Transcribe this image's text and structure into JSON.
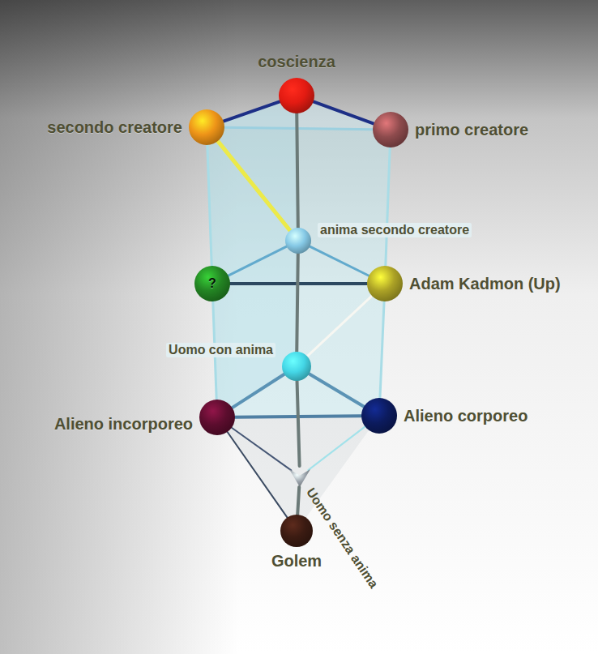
{
  "diagram": {
    "nodes": [
      {
        "text": [
          "coscienza"
        ]
      },
      {
        "text": [
          "secondo creatore"
        ]
      },
      {
        "text": [
          "primo creatore"
        ]
      },
      {
        "text": [
          "anima secondo creatore"
        ]
      },
      {
        "text": [
          "?"
        ]
      },
      {
        "text": [
          "Adam Kadmon (Up)"
        ]
      },
      {
        "text": [
          "Uomo con anima"
        ]
      },
      {
        "text": [
          "Alieno incorporeo"
        ]
      },
      {
        "text": [
          "Alieno corporeo"
        ]
      },
      {
        "text": [
          "Uomo senza anima"
        ]
      },
      {
        "text": [
          "Golem"
        ]
      }
    ],
    "edges": [
      {
        "from": 1,
        "to": 0,
        "arrow": "none"
      },
      {
        "from": 0,
        "to": 2,
        "arrow": "none"
      },
      {
        "from": 1,
        "to": 2,
        "arrow": "none"
      },
      {
        "from": 1,
        "to": 3,
        "arrow": "none"
      },
      {
        "from": 0,
        "to": 3,
        "arrow": "none"
      },
      {
        "from": 1,
        "to": 4,
        "arrow": "none"
      },
      {
        "from": 2,
        "to": 5,
        "arrow": "none"
      },
      {
        "from": 3,
        "to": 4,
        "arrow": "none"
      },
      {
        "from": 3,
        "to": 5,
        "arrow": "none"
      },
      {
        "from": 4,
        "to": 5,
        "arrow": "none"
      },
      {
        "from": 3,
        "to": 6,
        "arrow": "none"
      },
      {
        "from": 5,
        "to": 6,
        "arrow": "none"
      },
      {
        "from": 4,
        "to": 7,
        "arrow": "none"
      },
      {
        "from": 5,
        "to": 8,
        "arrow": "none"
      },
      {
        "from": 6,
        "to": 7,
        "arrow": "none"
      },
      {
        "from": 6,
        "to": 8,
        "arrow": "none"
      },
      {
        "from": 7,
        "to": 8,
        "arrow": "none"
      },
      {
        "from": 6,
        "to": 9,
        "arrow": "none"
      },
      {
        "from": 7,
        "to": 9,
        "arrow": "none"
      },
      {
        "from": 7,
        "to": 10,
        "arrow": "none"
      },
      {
        "from": 8,
        "to": 9,
        "arrow": "none"
      },
      {
        "from": 9,
        "to": 10,
        "arrow": "none"
      }
    ]
  }
}
